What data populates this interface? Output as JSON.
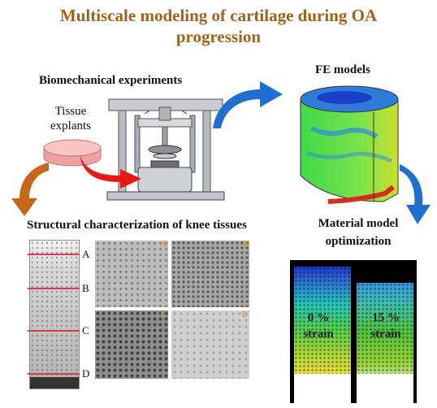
{
  "title": {
    "line1": "Multiscale modeling of cartilage during OA",
    "line2": "progression"
  },
  "labels": {
    "biomech": "Biomechanical experiments",
    "tissue_line1": "Tissue",
    "tissue_line2": "explants",
    "fe": "FE models",
    "structural": "Structural characterization of knee tissues",
    "material_line1": "Material model",
    "material_line2": "optimization"
  },
  "histology": {
    "markers": [
      "A",
      "B",
      "C",
      "D"
    ],
    "panels": [
      "A",
      "B",
      "C",
      "D"
    ]
  },
  "strain_maps": {
    "left_value": "0 %",
    "left_unit": "strain",
    "right_value": "15 %",
    "right_unit": "strain"
  },
  "colors": {
    "title": "#a0621c",
    "arrow_blue": "#1f6fd0",
    "arrow_orange": "#c8661b",
    "arrow_red": "#e81818",
    "explant": "#f4b4b4",
    "fe_green": "#3fd94a",
    "marker_line": "#d83a50",
    "panel_tag": "#d9a230"
  }
}
